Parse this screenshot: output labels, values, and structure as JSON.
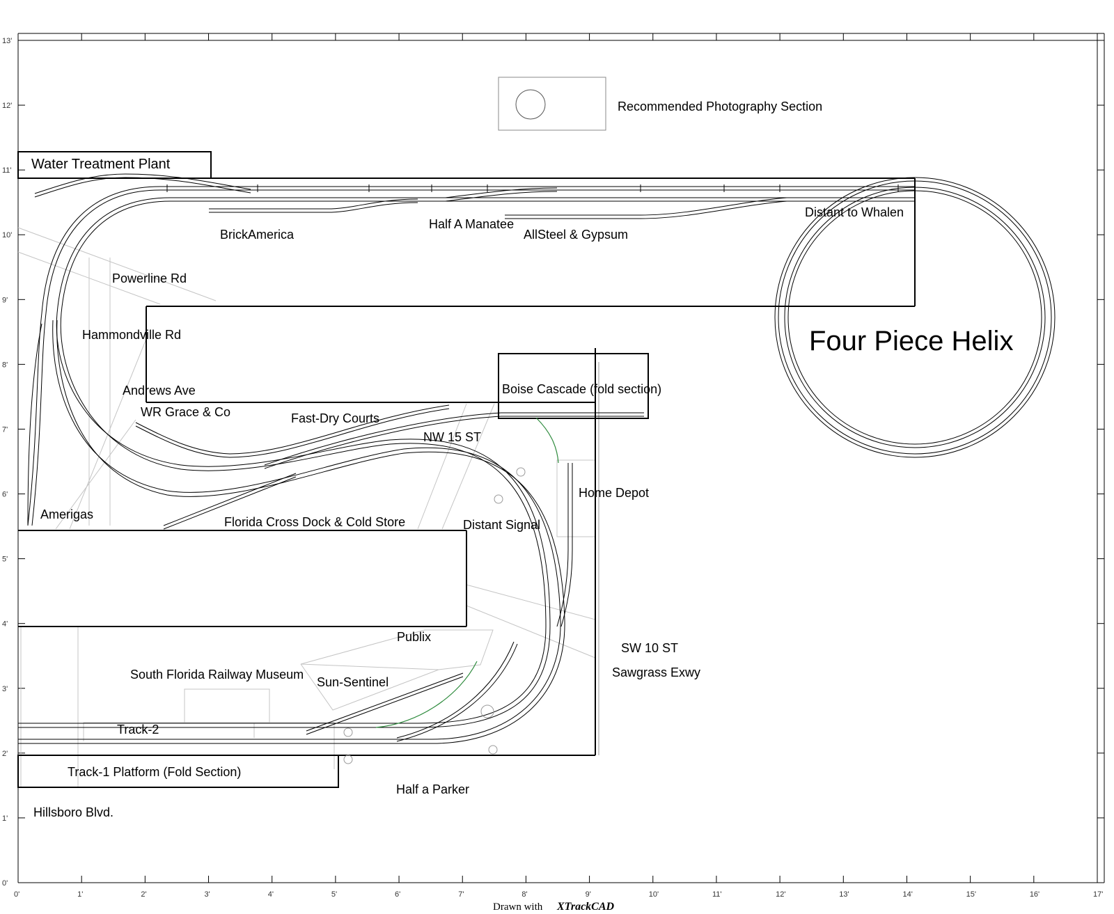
{
  "diagram": {
    "type": "track plan",
    "units": "feet",
    "title": "Four Piece Helix",
    "labels": {
      "photo_section": "Recommended Photography Section",
      "water_treatment": "Water Treatment Plant",
      "brickamerica": "BrickAmerica",
      "half_manatee": "Half A Manatee",
      "allsteel": "AllSteel & Gypsum",
      "distant_whalen": "Distant to Whalen",
      "powerline": "Powerline Rd",
      "hammondville": "Hammondville Rd",
      "andrews": "Andrews Ave",
      "wr_grace": "WR Grace & Co",
      "fast_dry": "Fast-Dry Courts",
      "boise": "Boise Cascade (fold section)",
      "nw15": "NW 15 ST",
      "home_depot": "Home Depot",
      "amerigas": "Amerigas",
      "florida_cross_dock": "Florida Cross Dock & Cold Store",
      "distant_signal": "Distant Signal",
      "publix": "Publix",
      "sw10": "SW 10 ST",
      "sawgrass": "Sawgrass Exwy",
      "sf_railway_museum": "South Florida Railway Museum",
      "sun_sentinel": "Sun-Sentinel",
      "track2": "Track-2",
      "track1_platform": "Track-1 Platform (Fold Section)",
      "half_parker": "Half a Parker",
      "hillsboro": "Hillsboro Blvd."
    },
    "x_axis_ticks": [
      "0'",
      "1'",
      "2'",
      "3'",
      "4'",
      "5'",
      "6'",
      "7'",
      "8'",
      "9'",
      "10'",
      "11'",
      "12'",
      "13'",
      "14'",
      "15'",
      "16'",
      "17'"
    ],
    "y_axis_ticks": [
      "0'",
      "1'",
      "2'",
      "3'",
      "4'",
      "5'",
      "6'",
      "7'",
      "8'",
      "9'",
      "10'",
      "11'",
      "12'",
      "13'"
    ],
    "footer": {
      "prefix": "Drawn with",
      "brand": "XTrackCAD"
    }
  }
}
